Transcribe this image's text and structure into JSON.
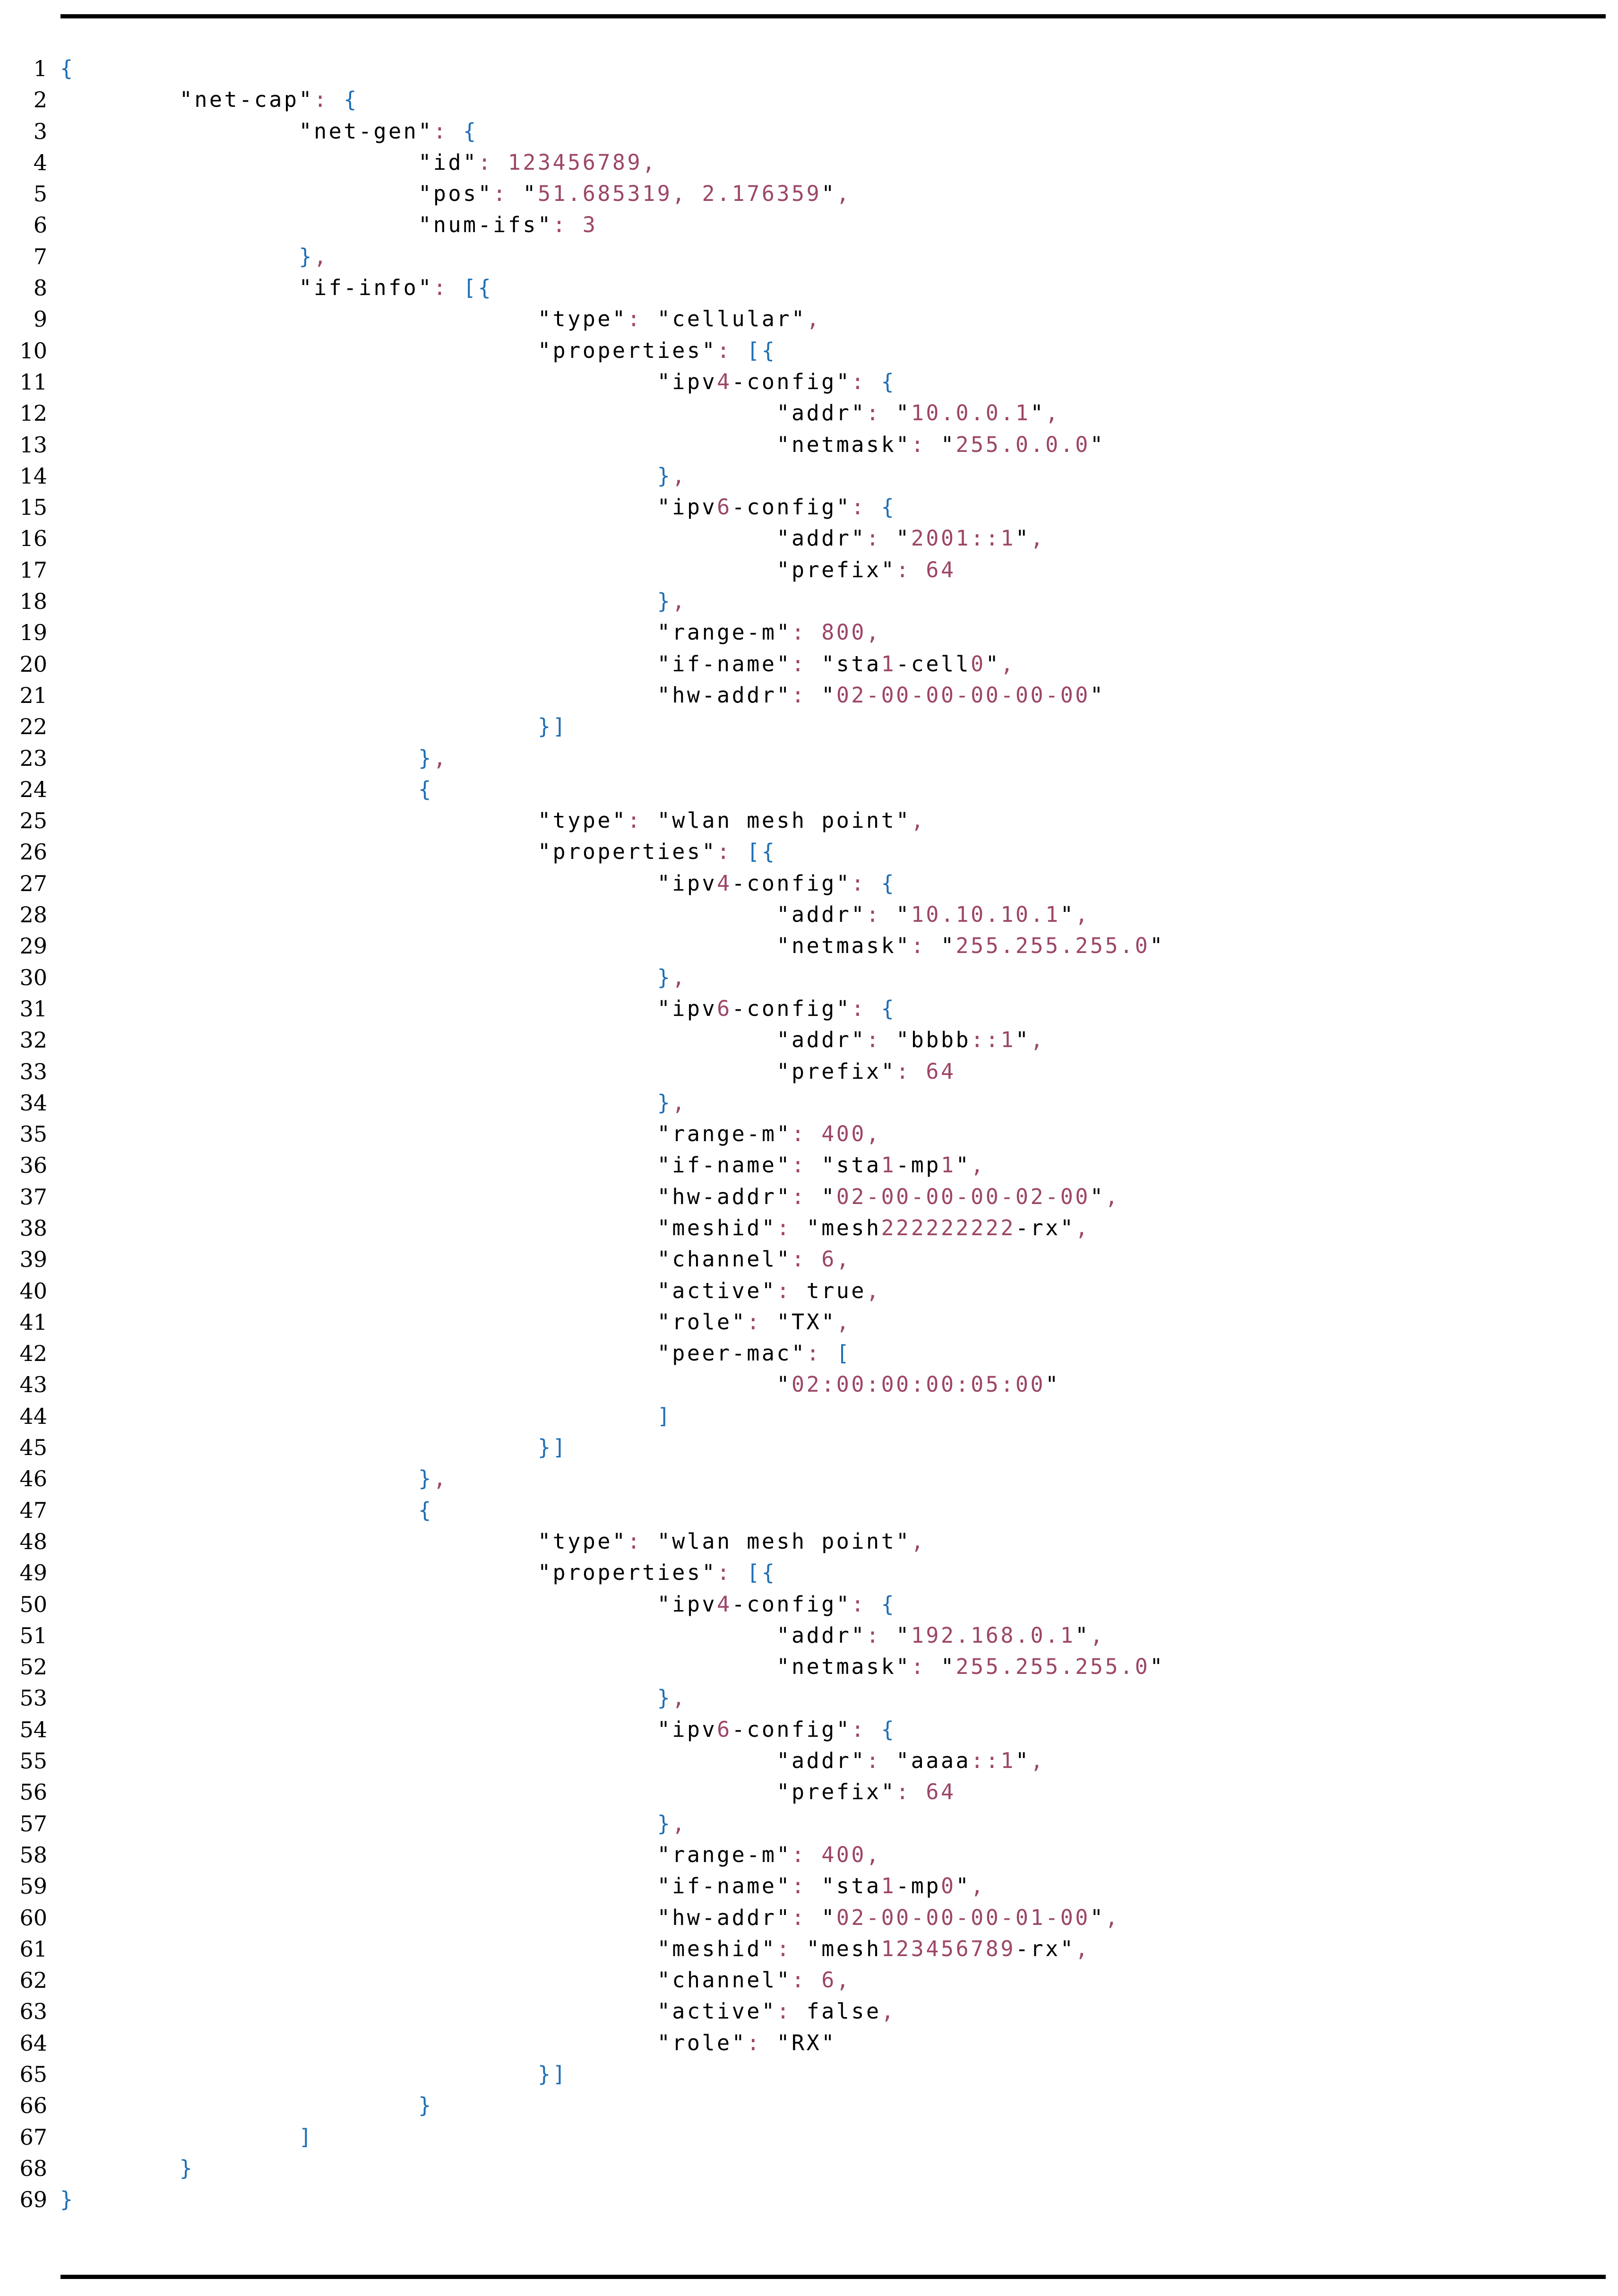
{
  "lines": [
    [
      {
        "t": "{",
        "c": "p"
      }
    ],
    [
      {
        "t": "\t\"net-cap\"",
        "c": "k"
      },
      {
        "t": ": ",
        "c": "n"
      },
      {
        "t": "{",
        "c": "p"
      }
    ],
    [
      {
        "t": "\t\t\"net-gen\"",
        "c": "k"
      },
      {
        "t": ": ",
        "c": "n"
      },
      {
        "t": "{",
        "c": "p"
      }
    ],
    [
      {
        "t": "\t\t\t\"id\"",
        "c": "k"
      },
      {
        "t": ": 123456789,",
        "c": "n"
      }
    ],
    [
      {
        "t": "\t\t\t\"pos\"",
        "c": "k"
      },
      {
        "t": ": ",
        "c": "n"
      },
      {
        "t": "\"",
        "c": "k"
      },
      {
        "t": "51.685319, 2.176359",
        "c": "n"
      },
      {
        "t": "\"",
        "c": "k"
      },
      {
        "t": ",",
        "c": "n"
      }
    ],
    [
      {
        "t": "\t\t\t\"num-ifs\"",
        "c": "k"
      },
      {
        "t": ": 3",
        "c": "n"
      }
    ],
    [
      {
        "t": "\t\t}",
        "c": "p"
      },
      {
        "t": ",",
        "c": "n"
      }
    ],
    [
      {
        "t": "\t\t\"if-info\"",
        "c": "k"
      },
      {
        "t": ": ",
        "c": "n"
      },
      {
        "t": "[{",
        "c": "p"
      }
    ],
    [
      {
        "t": "\t\t\t\t\"type\"",
        "c": "k"
      },
      {
        "t": ": ",
        "c": "n"
      },
      {
        "t": "\"cellular\"",
        "c": "k"
      },
      {
        "t": ",",
        "c": "n"
      }
    ],
    [
      {
        "t": "\t\t\t\t\"properties\"",
        "c": "k"
      },
      {
        "t": ": ",
        "c": "n"
      },
      {
        "t": "[{",
        "c": "p"
      }
    ],
    [
      {
        "t": "\t\t\t\t\t\"ipv",
        "c": "k"
      },
      {
        "t": "4",
        "c": "n"
      },
      {
        "t": "-config\"",
        "c": "k"
      },
      {
        "t": ": ",
        "c": "n"
      },
      {
        "t": "{",
        "c": "p"
      }
    ],
    [
      {
        "t": "\t\t\t\t\t\t\"addr\"",
        "c": "k"
      },
      {
        "t": ": ",
        "c": "n"
      },
      {
        "t": "\"",
        "c": "k"
      },
      {
        "t": "10.0.0.1",
        "c": "n"
      },
      {
        "t": "\"",
        "c": "k"
      },
      {
        "t": ",",
        "c": "n"
      }
    ],
    [
      {
        "t": "\t\t\t\t\t\t\"netmask\"",
        "c": "k"
      },
      {
        "t": ": ",
        "c": "n"
      },
      {
        "t": "\"",
        "c": "k"
      },
      {
        "t": "255.0.0.0",
        "c": "n"
      },
      {
        "t": "\"",
        "c": "k"
      }
    ],
    [
      {
        "t": "\t\t\t\t\t}",
        "c": "p"
      },
      {
        "t": ",",
        "c": "n"
      }
    ],
    [
      {
        "t": "\t\t\t\t\t\"ipv",
        "c": "k"
      },
      {
        "t": "6",
        "c": "n"
      },
      {
        "t": "-config\"",
        "c": "k"
      },
      {
        "t": ": ",
        "c": "n"
      },
      {
        "t": "{",
        "c": "p"
      }
    ],
    [
      {
        "t": "\t\t\t\t\t\t\"addr\"",
        "c": "k"
      },
      {
        "t": ": ",
        "c": "n"
      },
      {
        "t": "\"",
        "c": "k"
      },
      {
        "t": "2001::1",
        "c": "n"
      },
      {
        "t": "\"",
        "c": "k"
      },
      {
        "t": ",",
        "c": "n"
      }
    ],
    [
      {
        "t": "\t\t\t\t\t\t\"prefix\"",
        "c": "k"
      },
      {
        "t": ": 64",
        "c": "n"
      }
    ],
    [
      {
        "t": "\t\t\t\t\t}",
        "c": "p"
      },
      {
        "t": ",",
        "c": "n"
      }
    ],
    [
      {
        "t": "\t\t\t\t\t\"range-m\"",
        "c": "k"
      },
      {
        "t": ": 800,",
        "c": "n"
      }
    ],
    [
      {
        "t": "\t\t\t\t\t\"if-name\"",
        "c": "k"
      },
      {
        "t": ": ",
        "c": "n"
      },
      {
        "t": "\"sta",
        "c": "k"
      },
      {
        "t": "1",
        "c": "n"
      },
      {
        "t": "-cell",
        "c": "k"
      },
      {
        "t": "0",
        "c": "n"
      },
      {
        "t": "\"",
        "c": "k"
      },
      {
        "t": ",",
        "c": "n"
      }
    ],
    [
      {
        "t": "\t\t\t\t\t\"hw-addr\"",
        "c": "k"
      },
      {
        "t": ": ",
        "c": "n"
      },
      {
        "t": "\"",
        "c": "k"
      },
      {
        "t": "02-00-00-00-00-00",
        "c": "n"
      },
      {
        "t": "\"",
        "c": "k"
      }
    ],
    [
      {
        "t": "\t\t\t\t}]",
        "c": "p"
      }
    ],
    [
      {
        "t": "\t\t\t}",
        "c": "p"
      },
      {
        "t": ",",
        "c": "n"
      }
    ],
    [
      {
        "t": "\t\t\t{",
        "c": "p"
      }
    ],
    [
      {
        "t": "\t\t\t\t\"type\"",
        "c": "k"
      },
      {
        "t": ": ",
        "c": "n"
      },
      {
        "t": "\"wlan mesh point\"",
        "c": "k"
      },
      {
        "t": ",",
        "c": "n"
      }
    ],
    [
      {
        "t": "\t\t\t\t\"properties\"",
        "c": "k"
      },
      {
        "t": ": ",
        "c": "n"
      },
      {
        "t": "[{",
        "c": "p"
      }
    ],
    [
      {
        "t": "\t\t\t\t\t\"ipv",
        "c": "k"
      },
      {
        "t": "4",
        "c": "n"
      },
      {
        "t": "-config\"",
        "c": "k"
      },
      {
        "t": ": ",
        "c": "n"
      },
      {
        "t": "{",
        "c": "p"
      }
    ],
    [
      {
        "t": "\t\t\t\t\t\t\"addr\"",
        "c": "k"
      },
      {
        "t": ": ",
        "c": "n"
      },
      {
        "t": "\"",
        "c": "k"
      },
      {
        "t": "10.10.10.1",
        "c": "n"
      },
      {
        "t": "\"",
        "c": "k"
      },
      {
        "t": ",",
        "c": "n"
      }
    ],
    [
      {
        "t": "\t\t\t\t\t\t\"netmask\"",
        "c": "k"
      },
      {
        "t": ": ",
        "c": "n"
      },
      {
        "t": "\"",
        "c": "k"
      },
      {
        "t": "255.255.255.0",
        "c": "n"
      },
      {
        "t": "\"",
        "c": "k"
      }
    ],
    [
      {
        "t": "\t\t\t\t\t}",
        "c": "p"
      },
      {
        "t": ",",
        "c": "n"
      }
    ],
    [
      {
        "t": "\t\t\t\t\t\"ipv",
        "c": "k"
      },
      {
        "t": "6",
        "c": "n"
      },
      {
        "t": "-config\"",
        "c": "k"
      },
      {
        "t": ": ",
        "c": "n"
      },
      {
        "t": "{",
        "c": "p"
      }
    ],
    [
      {
        "t": "\t\t\t\t\t\t\"addr\"",
        "c": "k"
      },
      {
        "t": ": ",
        "c": "n"
      },
      {
        "t": "\"bbbb",
        "c": "k"
      },
      {
        "t": "::1",
        "c": "n"
      },
      {
        "t": "\"",
        "c": "k"
      },
      {
        "t": ",",
        "c": "n"
      }
    ],
    [
      {
        "t": "\t\t\t\t\t\t\"prefix\"",
        "c": "k"
      },
      {
        "t": ": 64",
        "c": "n"
      }
    ],
    [
      {
        "t": "\t\t\t\t\t}",
        "c": "p"
      },
      {
        "t": ",",
        "c": "n"
      }
    ],
    [
      {
        "t": "\t\t\t\t\t\"range-m\"",
        "c": "k"
      },
      {
        "t": ": 400,",
        "c": "n"
      }
    ],
    [
      {
        "t": "\t\t\t\t\t\"if-name\"",
        "c": "k"
      },
      {
        "t": ": ",
        "c": "n"
      },
      {
        "t": "\"sta",
        "c": "k"
      },
      {
        "t": "1",
        "c": "n"
      },
      {
        "t": "-mp",
        "c": "k"
      },
      {
        "t": "1",
        "c": "n"
      },
      {
        "t": "\"",
        "c": "k"
      },
      {
        "t": ",",
        "c": "n"
      }
    ],
    [
      {
        "t": "\t\t\t\t\t\"hw-addr\"",
        "c": "k"
      },
      {
        "t": ": ",
        "c": "n"
      },
      {
        "t": "\"",
        "c": "k"
      },
      {
        "t": "02-00-00-00-02-00",
        "c": "n"
      },
      {
        "t": "\"",
        "c": "k"
      },
      {
        "t": ",",
        "c": "n"
      }
    ],
    [
      {
        "t": "\t\t\t\t\t\"meshid\"",
        "c": "k"
      },
      {
        "t": ": ",
        "c": "n"
      },
      {
        "t": "\"mesh",
        "c": "k"
      },
      {
        "t": "222222222",
        "c": "n"
      },
      {
        "t": "-rx\"",
        "c": "k"
      },
      {
        "t": ",",
        "c": "n"
      }
    ],
    [
      {
        "t": "\t\t\t\t\t\"channel\"",
        "c": "k"
      },
      {
        "t": ": 6,",
        "c": "n"
      }
    ],
    [
      {
        "t": "\t\t\t\t\t\"active\"",
        "c": "k"
      },
      {
        "t": ": ",
        "c": "n"
      },
      {
        "t": "true",
        "c": "k"
      },
      {
        "t": ",",
        "c": "n"
      }
    ],
    [
      {
        "t": "\t\t\t\t\t\"role\"",
        "c": "k"
      },
      {
        "t": ": ",
        "c": "n"
      },
      {
        "t": "\"TX\"",
        "c": "k"
      },
      {
        "t": ",",
        "c": "n"
      }
    ],
    [
      {
        "t": "\t\t\t\t\t\"peer-mac\"",
        "c": "k"
      },
      {
        "t": ": ",
        "c": "n"
      },
      {
        "t": "[",
        "c": "p"
      }
    ],
    [
      {
        "t": "\t\t\t\t\t\t\"",
        "c": "k"
      },
      {
        "t": "02:00:00:00:05:00",
        "c": "n"
      },
      {
        "t": "\"",
        "c": "k"
      }
    ],
    [
      {
        "t": "\t\t\t\t\t]",
        "c": "p"
      }
    ],
    [
      {
        "t": "\t\t\t\t}]",
        "c": "p"
      }
    ],
    [
      {
        "t": "\t\t\t}",
        "c": "p"
      },
      {
        "t": ",",
        "c": "n"
      }
    ],
    [
      {
        "t": "\t\t\t{",
        "c": "p"
      }
    ],
    [
      {
        "t": "\t\t\t\t\"type\"",
        "c": "k"
      },
      {
        "t": ": ",
        "c": "n"
      },
      {
        "t": "\"wlan mesh point\"",
        "c": "k"
      },
      {
        "t": ",",
        "c": "n"
      }
    ],
    [
      {
        "t": "\t\t\t\t\"properties\"",
        "c": "k"
      },
      {
        "t": ": ",
        "c": "n"
      },
      {
        "t": "[{",
        "c": "p"
      }
    ],
    [
      {
        "t": "\t\t\t\t\t\"ipv",
        "c": "k"
      },
      {
        "t": "4",
        "c": "n"
      },
      {
        "t": "-config\"",
        "c": "k"
      },
      {
        "t": ": ",
        "c": "n"
      },
      {
        "t": "{",
        "c": "p"
      }
    ],
    [
      {
        "t": "\t\t\t\t\t\t\"addr\"",
        "c": "k"
      },
      {
        "t": ": ",
        "c": "n"
      },
      {
        "t": "\"",
        "c": "k"
      },
      {
        "t": "192.168.0.1",
        "c": "n"
      },
      {
        "t": "\"",
        "c": "k"
      },
      {
        "t": ",",
        "c": "n"
      }
    ],
    [
      {
        "t": "\t\t\t\t\t\t\"netmask\"",
        "c": "k"
      },
      {
        "t": ": ",
        "c": "n"
      },
      {
        "t": "\"",
        "c": "k"
      },
      {
        "t": "255.255.255.0",
        "c": "n"
      },
      {
        "t": "\"",
        "c": "k"
      }
    ],
    [
      {
        "t": "\t\t\t\t\t}",
        "c": "p"
      },
      {
        "t": ",",
        "c": "n"
      }
    ],
    [
      {
        "t": "\t\t\t\t\t\"ipv",
        "c": "k"
      },
      {
        "t": "6",
        "c": "n"
      },
      {
        "t": "-config\"",
        "c": "k"
      },
      {
        "t": ": ",
        "c": "n"
      },
      {
        "t": "{",
        "c": "p"
      }
    ],
    [
      {
        "t": "\t\t\t\t\t\t\"addr\"",
        "c": "k"
      },
      {
        "t": ": ",
        "c": "n"
      },
      {
        "t": "\"aaaa",
        "c": "k"
      },
      {
        "t": "::1",
        "c": "n"
      },
      {
        "t": "\"",
        "c": "k"
      },
      {
        "t": ",",
        "c": "n"
      }
    ],
    [
      {
        "t": "\t\t\t\t\t\t\"prefix\"",
        "c": "k"
      },
      {
        "t": ": 64",
        "c": "n"
      }
    ],
    [
      {
        "t": "\t\t\t\t\t}",
        "c": "p"
      },
      {
        "t": ",",
        "c": "n"
      }
    ],
    [
      {
        "t": "\t\t\t\t\t\"range-m\"",
        "c": "k"
      },
      {
        "t": ": 400,",
        "c": "n"
      }
    ],
    [
      {
        "t": "\t\t\t\t\t\"if-name\"",
        "c": "k"
      },
      {
        "t": ": ",
        "c": "n"
      },
      {
        "t": "\"sta",
        "c": "k"
      },
      {
        "t": "1",
        "c": "n"
      },
      {
        "t": "-mp",
        "c": "k"
      },
      {
        "t": "0",
        "c": "n"
      },
      {
        "t": "\"",
        "c": "k"
      },
      {
        "t": ",",
        "c": "n"
      }
    ],
    [
      {
        "t": "\t\t\t\t\t\"hw-addr\"",
        "c": "k"
      },
      {
        "t": ": ",
        "c": "n"
      },
      {
        "t": "\"",
        "c": "k"
      },
      {
        "t": "02-00-00-00-01-00",
        "c": "n"
      },
      {
        "t": "\"",
        "c": "k"
      },
      {
        "t": ",",
        "c": "n"
      }
    ],
    [
      {
        "t": "\t\t\t\t\t\"meshid\"",
        "c": "k"
      },
      {
        "t": ": ",
        "c": "n"
      },
      {
        "t": "\"mesh",
        "c": "k"
      },
      {
        "t": "123456789",
        "c": "n"
      },
      {
        "t": "-rx\"",
        "c": "k"
      },
      {
        "t": ",",
        "c": "n"
      }
    ],
    [
      {
        "t": "\t\t\t\t\t\"channel\"",
        "c": "k"
      },
      {
        "t": ": 6,",
        "c": "n"
      }
    ],
    [
      {
        "t": "\t\t\t\t\t\"active\"",
        "c": "k"
      },
      {
        "t": ": ",
        "c": "n"
      },
      {
        "t": "false",
        "c": "k"
      },
      {
        "t": ",",
        "c": "n"
      }
    ],
    [
      {
        "t": "\t\t\t\t\t\"role\"",
        "c": "k"
      },
      {
        "t": ": ",
        "c": "n"
      },
      {
        "t": "\"RX\"",
        "c": "k"
      }
    ],
    [
      {
        "t": "\t\t\t\t}]",
        "c": "p"
      }
    ],
    [
      {
        "t": "\t\t\t}",
        "c": "p"
      }
    ],
    [
      {
        "t": "\t\t]",
        "c": "p"
      }
    ],
    [
      {
        "t": "\t}",
        "c": "p"
      }
    ],
    [
      {
        "t": "}",
        "c": "p"
      }
    ]
  ],
  "colors": {
    "punctuation": "#1f6fb5",
    "number": "#9c4668",
    "text": "#000000"
  }
}
